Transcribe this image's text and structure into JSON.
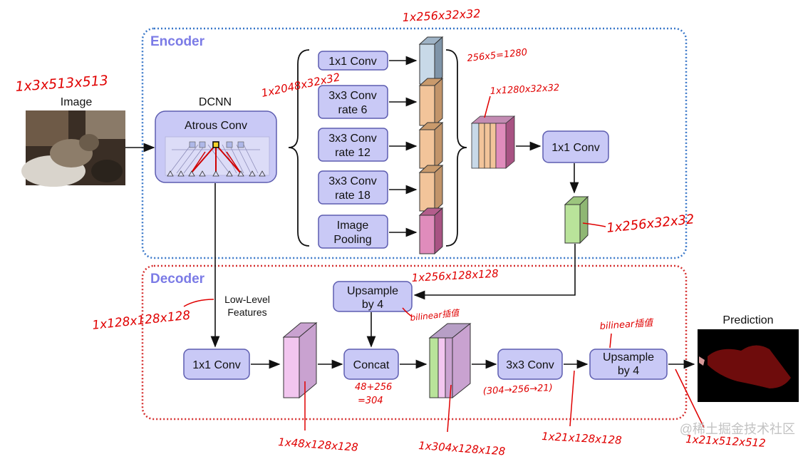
{
  "encoder": {
    "title": "Encoder"
  },
  "decoder": {
    "title": "Decoder"
  },
  "input": {
    "label": "Image"
  },
  "dcnn": {
    "title": "DCNN",
    "block": "Atrous Conv"
  },
  "aspp": {
    "branches": [
      {
        "line1": "1x1 Conv",
        "line2": ""
      },
      {
        "line1": "3x3 Conv",
        "line2": "rate 6"
      },
      {
        "line1": "3x3 Conv",
        "line2": "rate 12"
      },
      {
        "line1": "3x3 Conv",
        "line2": "rate 18"
      },
      {
        "line1": "Image",
        "line2": "Pooling"
      }
    ]
  },
  "encoder_conv": {
    "label": "1x1 Conv"
  },
  "low_level": {
    "line1": "Low-Level",
    "line2": "Features"
  },
  "decoder_conv1": {
    "label": "1x1 Conv"
  },
  "upsample1": {
    "line1": "Upsample",
    "line2": "by 4"
  },
  "concat": {
    "label": "Concat"
  },
  "conv3": {
    "label": "3x3 Conv"
  },
  "upsample2": {
    "line1": "Upsample",
    "line2": "by 4"
  },
  "prediction": {
    "label": "Prediction"
  },
  "annotations": {
    "input_shape": "1x3x513x513",
    "dcnn_shape": "1x2048x32x32",
    "branch_shape": "1x256x32x32",
    "concat_calc": "256x5=1280",
    "concat_shape": "1x1280x32x32",
    "enc_out_shape": "1x256x32x32",
    "up1_shape": "1x256x128x128",
    "up1_method": "bilinear插值",
    "lowlevel_shape": "1x128x128x128",
    "sum_calc1": "48+256",
    "sum_calc2": "=304",
    "conv3_note": "(304→256→21)",
    "up2_method": "bilinear插值",
    "dec_conv_shape": "1x48x128x128",
    "concat_out_shape": "1x304x128x128",
    "conv3_shape": "1x21x128x128",
    "final_shape": "1x21x512x512"
  },
  "watermark": "@稀土掘金技术社区",
  "colors": {
    "encoder_border": "#3a78c9",
    "decoder_border": "#d52f2f",
    "box_fill": "#c9c9f6",
    "box_stroke": "#5d5db0",
    "annotation": "#e00000"
  }
}
